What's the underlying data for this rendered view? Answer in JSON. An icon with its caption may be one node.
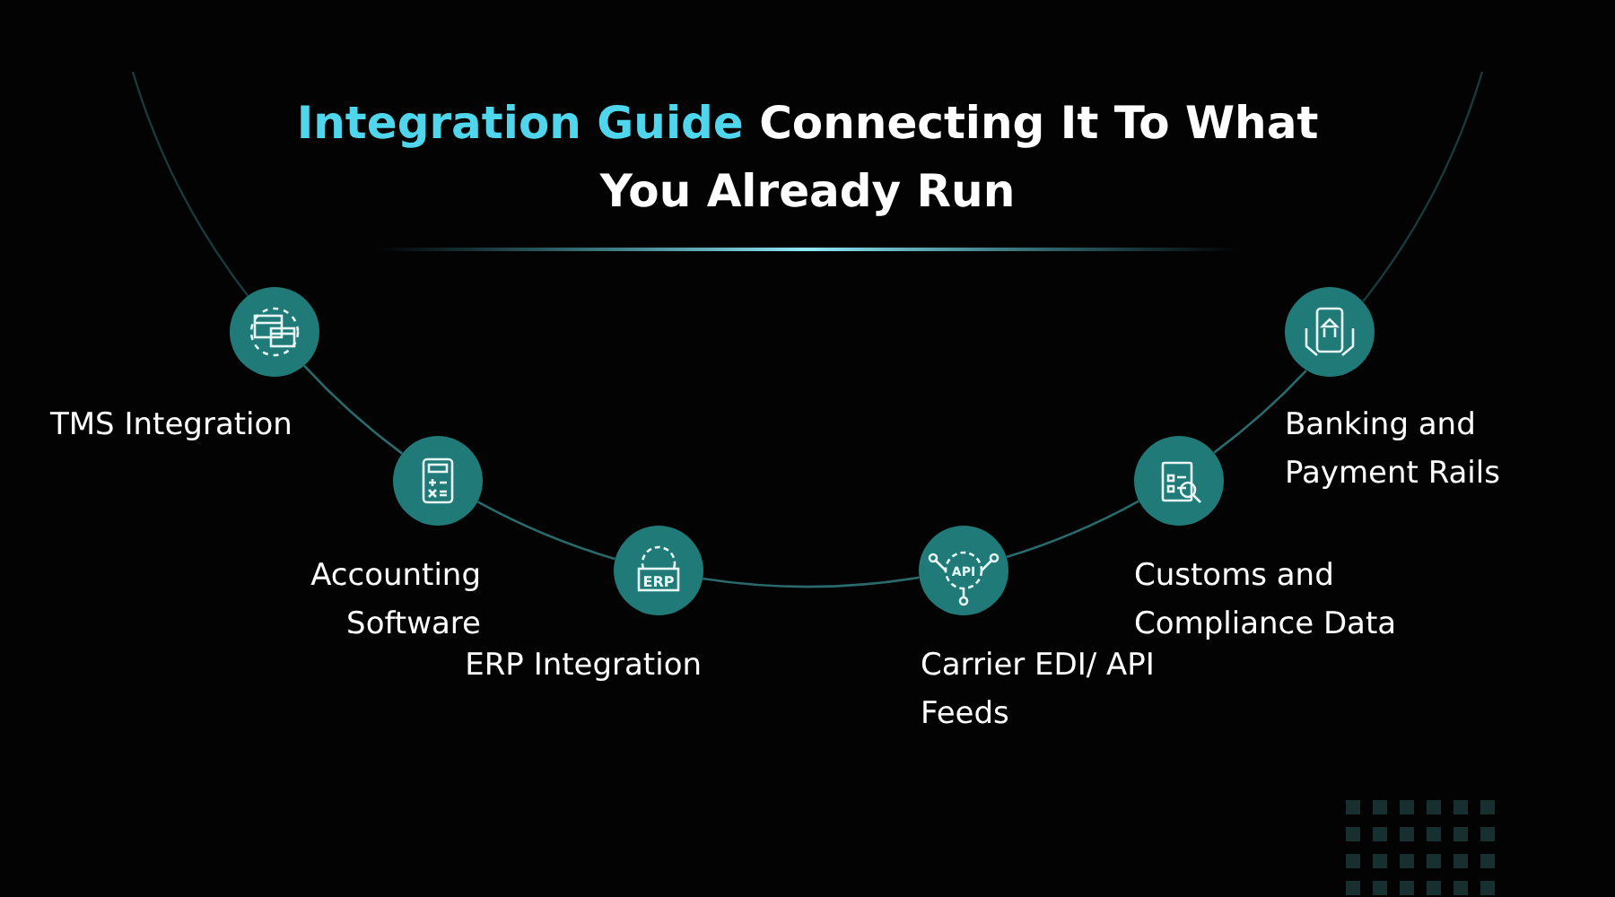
{
  "diagram": {
    "title": "**Integration Guide**  Connecting It To What You Already Run",
    "nodes": [
      {
        "text": [
          "TMS Integration"
        ]
      },
      {
        "text": [
          "Accounting Software"
        ]
      },
      {
        "text": [
          "ERP",
          "ERP Integration"
        ]
      },
      {
        "text": [
          "API",
          "Carrier EDI/ API Feeds"
        ]
      },
      {
        "text": [
          "Customs and Compliance Data"
        ]
      },
      {
        "text": [
          "Banking and Payment Rails"
        ]
      }
    ],
    "edges": [
      {
        "from": 0,
        "to": 1,
        "arrow": "none"
      },
      {
        "from": 1,
        "to": 2,
        "arrow": "none"
      },
      {
        "from": 2,
        "to": 3,
        "arrow": "none"
      },
      {
        "from": 3,
        "to": 4,
        "arrow": "none"
      },
      {
        "from": 4,
        "to": 5,
        "arrow": "none"
      }
    ]
  }
}
